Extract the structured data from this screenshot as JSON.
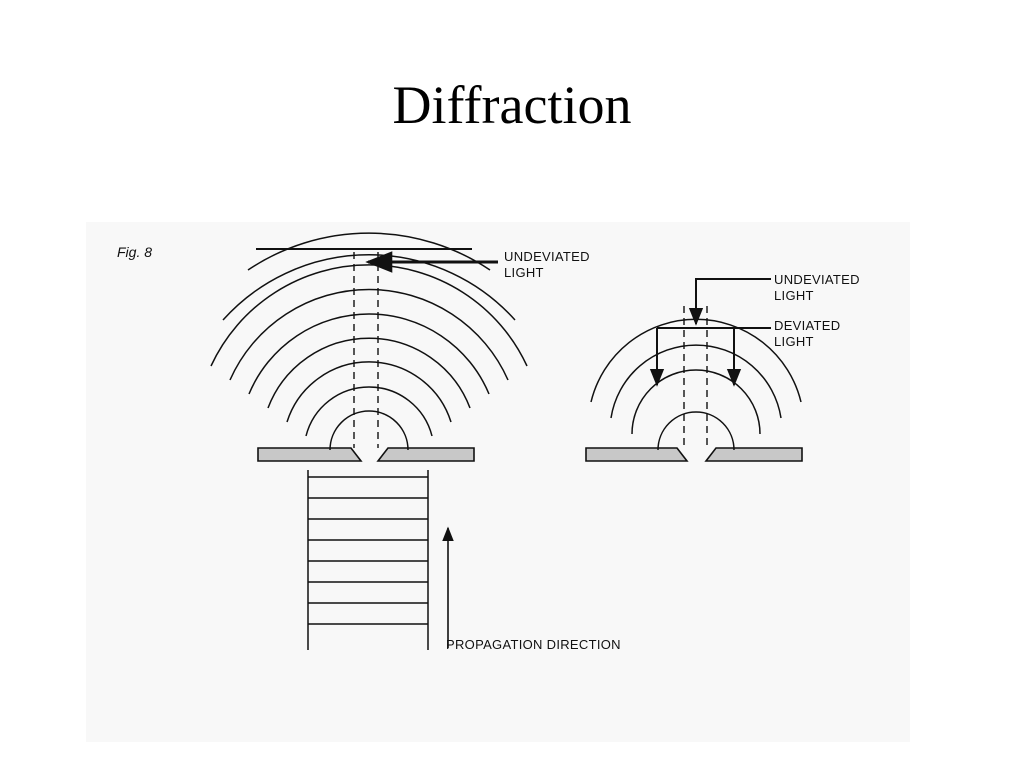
{
  "slide": {
    "title": "Diffraction"
  },
  "figure": {
    "label": "Fig. 8",
    "left_diagram": {
      "undeviated_label_line1": "UNDEVIATED",
      "undeviated_label_line2": "LIGHT",
      "propagation_label": "PROPAGATION DIRECTION"
    },
    "right_diagram": {
      "undeviated_label_line1": "UNDEVIATED",
      "undeviated_label_line2": "LIGHT",
      "deviated_label_line1": "DEVIATED",
      "deviated_label_line2": "LIGHT"
    }
  },
  "colors": {
    "ink": "#111111",
    "slit_fill": "#c8c8c8",
    "paper": "#f8f8f8"
  }
}
